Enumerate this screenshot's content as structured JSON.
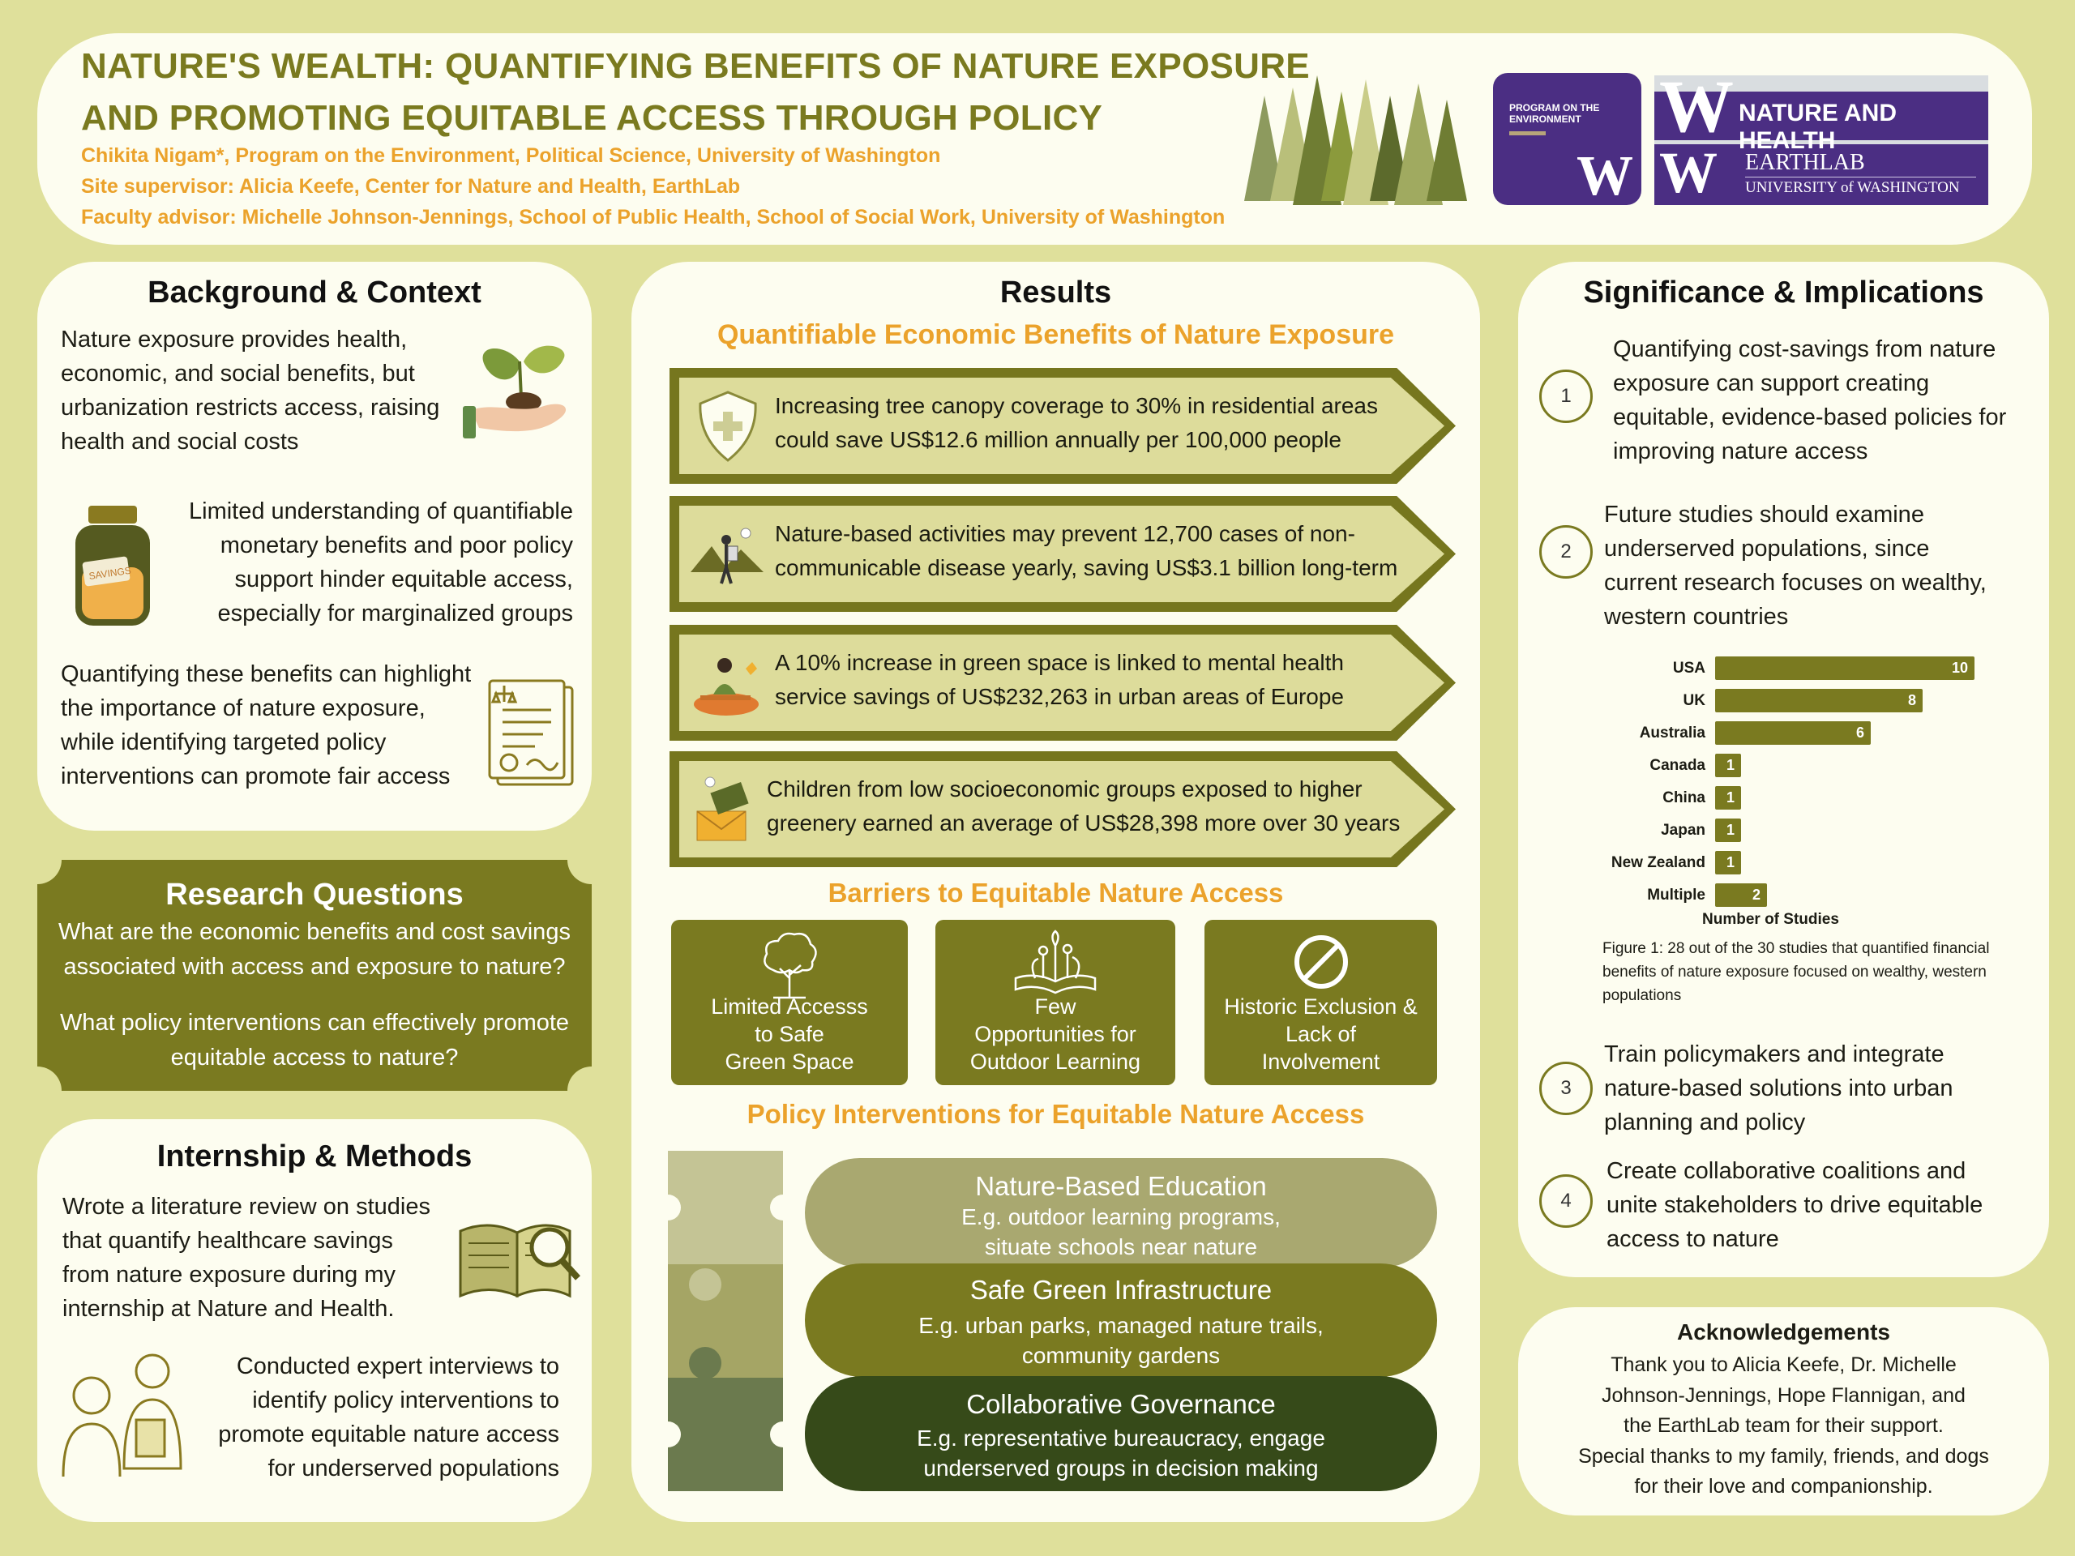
{
  "header": {
    "title": "NATURE'S WEALTH: QUANTIFYING BENEFITS OF NATURE EXPOSURE\nAND PROMOTING EQUITABLE ACCESS THROUGH POLICY",
    "authors": [
      "Chikita Nigam*, Program on the Environment, Political Science, University of Washington",
      "Site supervisor: Alicia Keefe, Center for Nature and Health, EarthLab",
      "Faculty advisor: Michelle Johnson-Jennings, School of Public Health, School of Social Work, University of Washington"
    ],
    "logo_poe": "PROGRAM ON THE\nENVIRONMENT",
    "logo_nh": "NATURE AND HEALTH",
    "logo_earthlab": "EARTHLAB",
    "logo_uw": "UNIVERSITY of WASHINGTON"
  },
  "background": {
    "title": "Background & Context",
    "p1": "Nature exposure provides health,\neconomic, and social benefits, but\nurbanization restricts access, raising\nhealth and social costs",
    "p2": "Limited understanding of quantifiable\nmonetary benefits and poor policy\nsupport hinder equitable access,\nespecially for marginalized groups",
    "jar_label": "SAVINGS",
    "p3": "Quantifying these benefits can highlight\nthe importance of nature exposure,\nwhile identifying targeted policy\ninterventions can promote fair access"
  },
  "research": {
    "title": "Research Questions",
    "q1": "What are the economic benefits and cost savings\nassociated with access and exposure to nature?",
    "q2": "What policy interventions can effectively promote\nequitable access to nature?"
  },
  "methods": {
    "title": "Internship & Methods",
    "p1": "Wrote a literature review on studies\nthat quantify healthcare savings\nfrom nature exposure during my\ninternship at Nature and Health.",
    "p2": "Conducted expert interviews to\nidentify policy interventions to\npromote equitable nature access\nfor underserved populations"
  },
  "results": {
    "title": "Results",
    "subtitle": "Quantifiable Economic Benefits of Nature Exposure",
    "findings": [
      "Increasing tree canopy coverage to 30% in residential areas\ncould save US$12.6 million annually per 100,000 people",
      "Nature-based activities may prevent 12,700 cases of non-\ncommunicable disease yearly, saving US$3.1 billion long-term",
      "A 10% increase in green space is linked to mental health\nservice savings of  US$232,263 in urban areas of Europe",
      "Children from low socioeconomic groups exposed to higher\ngreenery earned an average of US$28,398 more over 30 years"
    ],
    "barriers_title": "Barriers to Equitable Nature Access",
    "barriers": [
      "Limited Accesss\nto Safe\nGreen Space",
      "Few\nOpportunities for\nOutdoor Learning",
      "Historic Exclusion &\nLack of\nInvolvement"
    ],
    "policy_title": "Policy Interventions for Equitable Nature Access",
    "policies": [
      {
        "title": "Nature-Based Education",
        "desc": "E.g.  outdoor learning programs,\nsituate schools near nature",
        "color": "#a9a870"
      },
      {
        "title": "Safe Green Infrastructure",
        "desc": "E.g.  urban parks, managed nature trails,\ncommunity gardens",
        "color": "#7a7a20"
      },
      {
        "title": "Collaborative Governance",
        "desc": "E.g. representative bureaucracy, engage\nunderserved groups in decision making",
        "color": "#364a19"
      }
    ]
  },
  "significance": {
    "title": "Significance & Implications",
    "items": [
      {
        "n": "1",
        "text": "Quantifying cost-savings from nature\nexposure can support creating\nequitable, evidence-based policies for\nimproving nature access"
      },
      {
        "n": "2",
        "text": "Future studies should examine\nunderserved populations, since\ncurrent research focuses on wealthy,\nwestern countries"
      },
      {
        "n": "3",
        "text": "Train policymakers and integrate\nnature-based solutions into urban\nplanning and policy"
      },
      {
        "n": "4",
        "text": "Create collaborative coalitions and\nunite stakeholders to drive equitable\naccess to nature"
      }
    ],
    "caption": "Figure 1: 28 out of the 30 studies that quantified financial\nbenefits of nature exposure focused on wealthy, western\npopulations"
  },
  "chart_data": {
    "type": "bar",
    "orientation": "horizontal",
    "categories": [
      "USA",
      "UK",
      "Australia",
      "Canada",
      "China",
      "Japan",
      "New Zealand",
      "Multiple"
    ],
    "values": [
      10,
      8,
      6,
      1,
      1,
      1,
      1,
      2
    ],
    "xlabel": "Number of Studies",
    "ylabel": "",
    "xlim": [
      0,
      10
    ],
    "bar_color": "#7a7a20",
    "grid": false
  },
  "ack": {
    "title": "Acknowledgements",
    "text": "Thank you to Alicia Keefe,  Dr. Michelle\nJohnson-Jennings, Hope Flannigan, and\nthe EarthLab team for their support.\nSpecial thanks to my family, friends, and dogs\nfor their love and companionship."
  },
  "colors": {
    "background": "#dfe09b",
    "panel": "#fdfdf0",
    "olive": "#7a7a20",
    "orange": "#eba22b",
    "purple": "#4b2e83"
  }
}
